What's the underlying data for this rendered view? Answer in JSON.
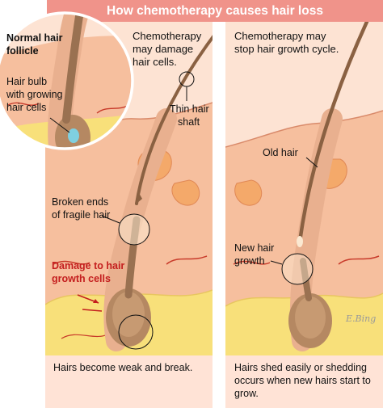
{
  "title": "How chemotherapy causes hair loss",
  "inset": {
    "title_line1": "Normal hair",
    "title_line2": "follicle",
    "bulb_line1": "Hair bulb",
    "bulb_line2": "with growing",
    "bulb_line3": "hair cells"
  },
  "left_panel": {
    "heading_line1": "Chemotherapy",
    "heading_line2": "may damage",
    "heading_line3": "hair cells.",
    "thin_hair_line1": "Thin hair",
    "thin_hair_line2": "shaft",
    "broken_line1": "Broken ends",
    "broken_line2": "of fragile hair",
    "damage_line1": "Damage to hair",
    "damage_line2": "growth cells",
    "footer": "Hairs become weak and break."
  },
  "right_panel": {
    "heading_line1": "Chemotherapy may",
    "heading_line2": "stop hair growth cycle.",
    "old_hair": "Old hair",
    "new_hair_line1": "New hair",
    "new_hair_line2": "growth",
    "footer": "Hairs shed easily or shedding occurs when new hairs start to grow."
  },
  "signature": "E.Bing",
  "colors": {
    "banner": "#f0938a",
    "panel": "#fde3d3",
    "footer": "#ffe3d6",
    "skin": "#f6bf9e",
    "fat": "#f8e07a",
    "hair": "#9a7151",
    "damage_text": "#c41e1e"
  }
}
